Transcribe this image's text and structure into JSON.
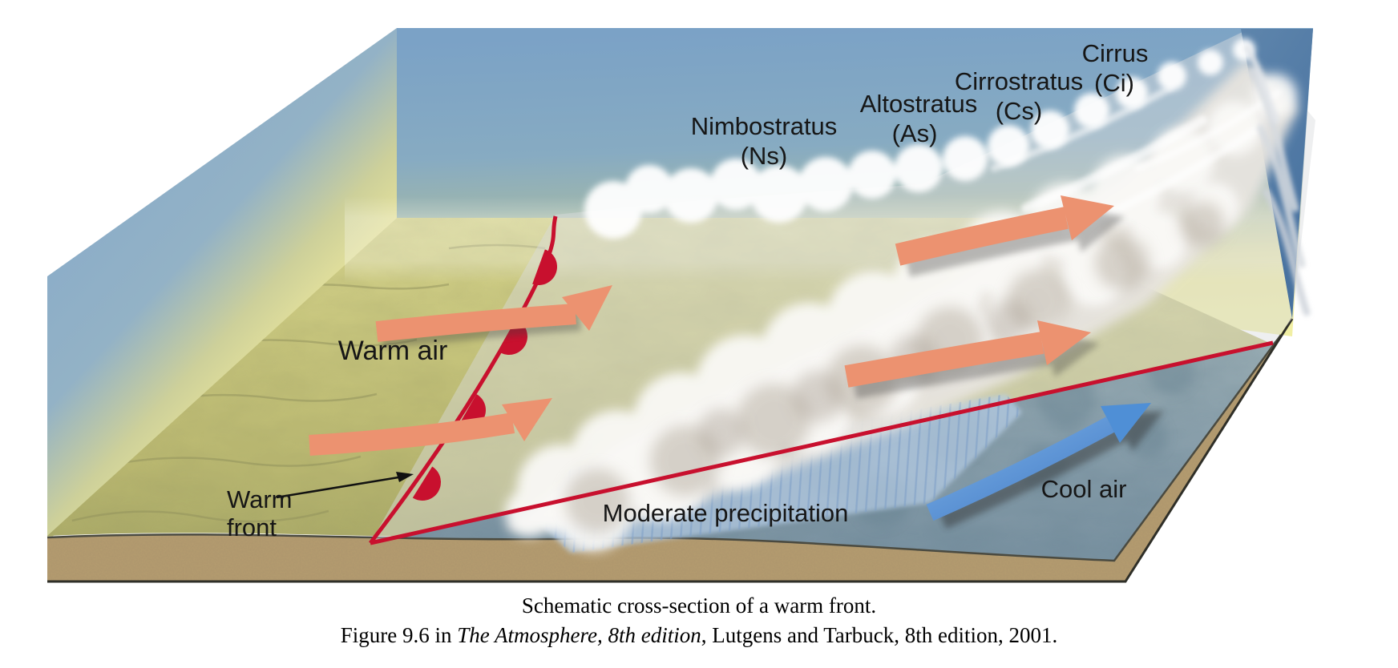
{
  "figure": {
    "cloud_labels": [
      {
        "name": "Nimbostratus",
        "abbr": "(Ns)"
      },
      {
        "name": "Altostratus",
        "abbr": "(As)"
      },
      {
        "name": "Cirrostratus",
        "abbr": "(Cs)"
      },
      {
        "name": "Cirrus",
        "abbr": "(Ci)"
      }
    ],
    "labels": {
      "warm_air": "Warm air",
      "cool_air": "Cool air",
      "warm_front_line1": "Warm",
      "warm_front_line2": "front",
      "precipitation": "Moderate precipitation"
    },
    "colors": {
      "warm_front_red": "#c8102e",
      "warm_air_arrow": "#ec9270",
      "cool_air_arrow": "#4f8fd6",
      "terrain_warm": "#c6c47c",
      "terrain_cool": "#8ea4af",
      "soil": "#b59c70",
      "sky_top": "#7ba2c6",
      "sky_horizon": "#f0ee9f"
    }
  },
  "caption": {
    "line1": "Schematic cross-section of a warm front.",
    "line2_prefix": "Figure 9.6 in ",
    "line2_italic": "The Atmosphere, 8th edition",
    "line2_suffix": ", Lutgens and Tarbuck, 8th edition, 2001."
  }
}
